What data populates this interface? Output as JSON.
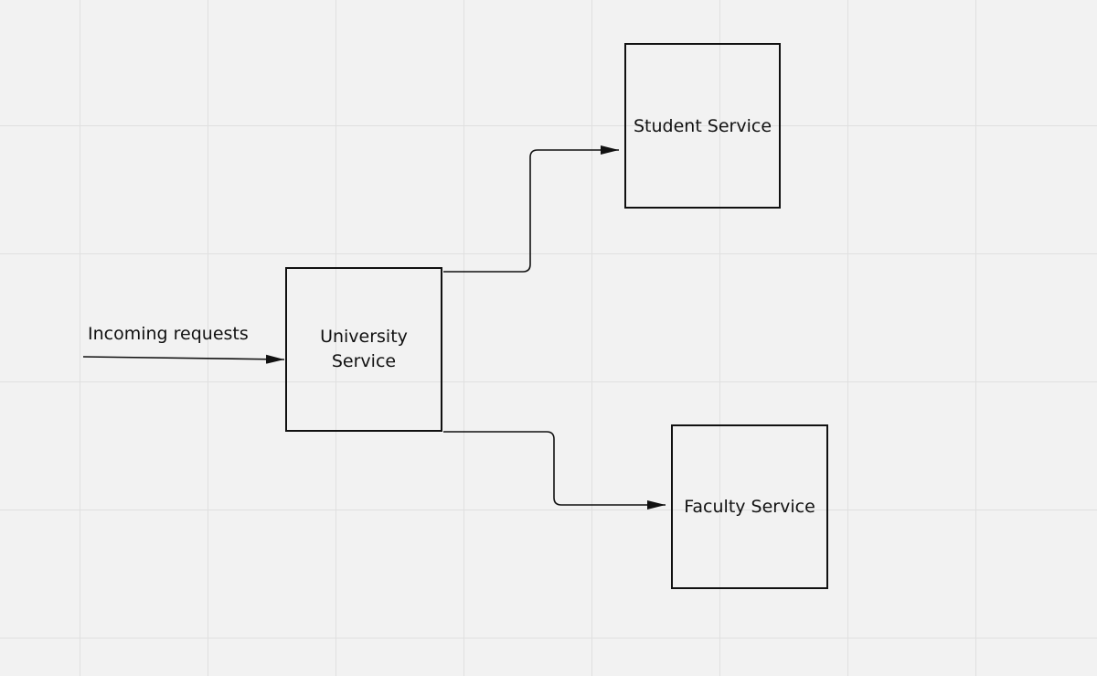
{
  "diagram": {
    "nodes": [
      {
        "id": "student",
        "label": "Student Service"
      },
      {
        "id": "university",
        "label": "University Service"
      },
      {
        "id": "faculty",
        "label": "Faculty Service"
      }
    ],
    "edges": [
      {
        "from": "external",
        "to": "university",
        "label": "Incoming requests"
      },
      {
        "from": "university",
        "to": "student",
        "label": ""
      },
      {
        "from": "university",
        "to": "faculty",
        "label": ""
      }
    ]
  },
  "colors": {
    "background": "#f2f2f2",
    "grid": "#e0e0e0",
    "stroke": "#111111"
  }
}
